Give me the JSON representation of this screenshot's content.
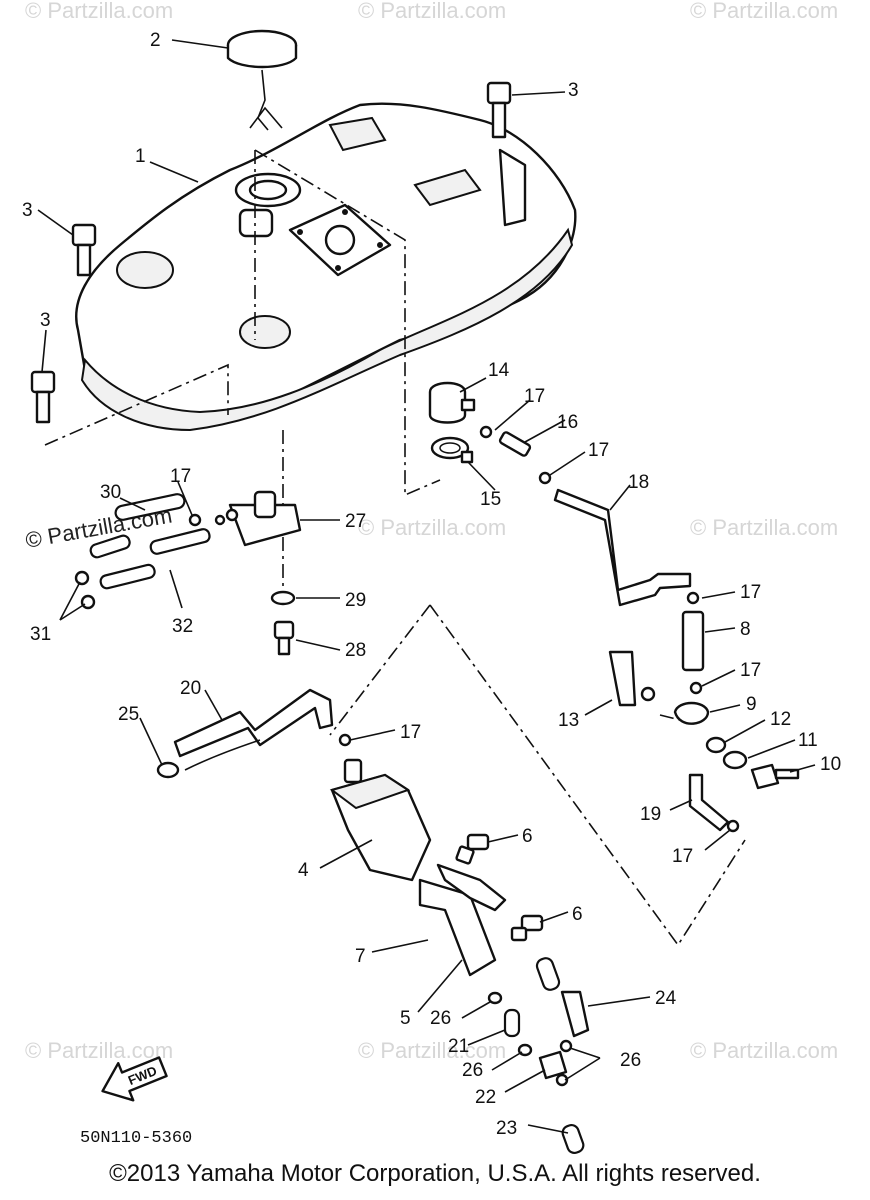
{
  "watermark": "© Partzilla.com",
  "diagram_code": "50N110-5360",
  "fwd_label": "FWD",
  "copyright": "©2013 Yamaha Motor Corporation, U.S.A. All rights reserved.",
  "callouts": {
    "c1": "1",
    "c2": "2",
    "c3a": "3",
    "c3b": "3",
    "c3c": "3",
    "c4": "4",
    "c5": "5",
    "c6a": "6",
    "c6b": "6",
    "c7": "7",
    "c8": "8",
    "c9": "9",
    "c10": "10",
    "c11": "11",
    "c12": "12",
    "c13": "13",
    "c14": "14",
    "c15": "15",
    "c16": "16",
    "c17a": "17",
    "c17b": "17",
    "c17c": "17",
    "c17d": "17",
    "c17e": "17",
    "c17f": "17",
    "c17g": "17",
    "c18": "18",
    "c19": "19",
    "c20": "20",
    "c21": "21",
    "c22": "22",
    "c23": "23",
    "c24": "24",
    "c25": "25",
    "c26a": "26",
    "c26b": "26",
    "c26c": "26",
    "c27": "27",
    "c28": "28",
    "c29": "29",
    "c30": "30",
    "c31": "31",
    "c32": "32"
  }
}
